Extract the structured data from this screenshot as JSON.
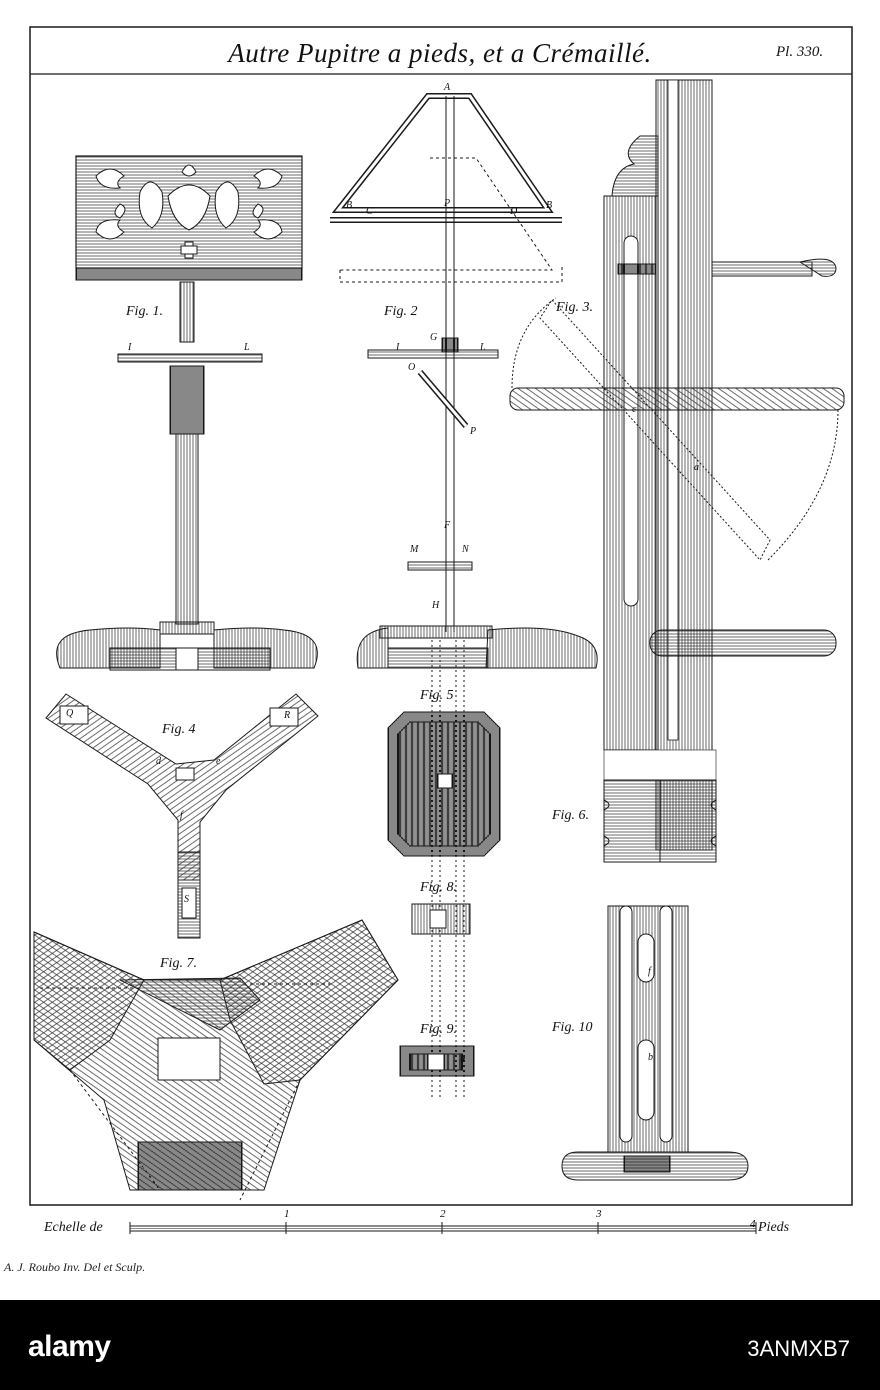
{
  "plate": {
    "title": "Autre Pupitre a pieds, et a Crémaillé.",
    "plate_number": "Pl. 330.",
    "figures": [
      "Fig. 1.",
      "Fig. 2",
      "Fig. 3.",
      "Fig. 4",
      "Fig. 5",
      "Fig. 6.",
      "Fig. 7.",
      "Fig. 8.",
      "Fig. 9.",
      "Fig. 10"
    ],
    "letters": {
      "A": "A",
      "B1": "B",
      "C": "C",
      "P": "P",
      "D": "D",
      "B2": "B",
      "I1": "I",
      "L1": "L",
      "I2": "I",
      "G": "G",
      "L2": "L",
      "O": "O",
      "p": "P",
      "F": "F",
      "M": "M",
      "N": "N",
      "H": "H",
      "c": "c",
      "a3": "a",
      "Q": "Q",
      "R": "R",
      "d": "d",
      "e": "e",
      "f": "f",
      "S": "S",
      "a9": "a",
      "f10": "f",
      "b10": "b"
    },
    "scale": {
      "label": "Echelle de",
      "unit": "Pieds",
      "ticks": [
        "1",
        "2",
        "3",
        "4"
      ]
    },
    "credit": "A. J. Roubo Inv. Del et Sculp."
  },
  "footer": {
    "logo": "alamy",
    "image_id": "3ANMXB7"
  },
  "colors": {
    "ink": "#1a1a1a",
    "paper": "#ffffff",
    "footer": "#000000"
  }
}
